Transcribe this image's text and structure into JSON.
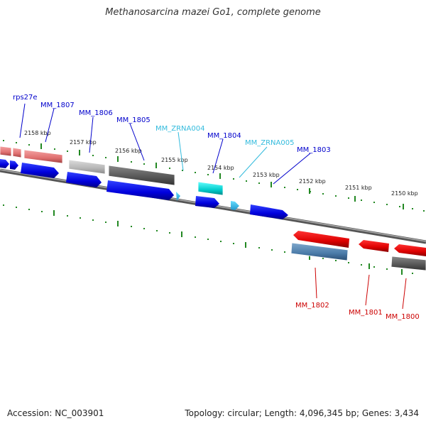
{
  "title": "Methanosarcina mazei Go1, complete genome",
  "footer": {
    "accession": "Accession: NC_003901",
    "topology": "Topology: circular; Length: 4,096,345 bp; Genes: 3,434"
  },
  "scale_labels": [
    "2158 kbp",
    "2157 kbp",
    "2156 kbp",
    "2155 kbp",
    "2154 kbp",
    "2153 kbp",
    "2152 kbp",
    "2151 kbp",
    "2150 kbp"
  ],
  "top_labels": [
    {
      "text": "rps27e",
      "color": "#0000cc"
    },
    {
      "text": "MM_1807",
      "color": "#0000cc"
    },
    {
      "text": "MM_1806",
      "color": "#0000cc"
    },
    {
      "text": "MM_1805",
      "color": "#0000cc"
    },
    {
      "text": "MM_ZRNA004",
      "color": "#33bbdd"
    },
    {
      "text": "MM_1804",
      "color": "#0000cc"
    },
    {
      "text": "MM_ZRNA005",
      "color": "#33bbdd"
    },
    {
      "text": "MM_1803",
      "color": "#0000cc"
    }
  ],
  "bottom_labels": [
    {
      "text": "MM_1802",
      "color": "#cc0000"
    },
    {
      "text": "MM_1801",
      "color": "#cc0000"
    },
    {
      "text": "MM_1800",
      "color": "#cc0000"
    }
  ],
  "colors": {
    "backbone": "#777777",
    "ticks": "#228822",
    "forward_cds": "#0000ee",
    "reverse_cds": "#ee0000",
    "rna": "#33bbdd"
  }
}
